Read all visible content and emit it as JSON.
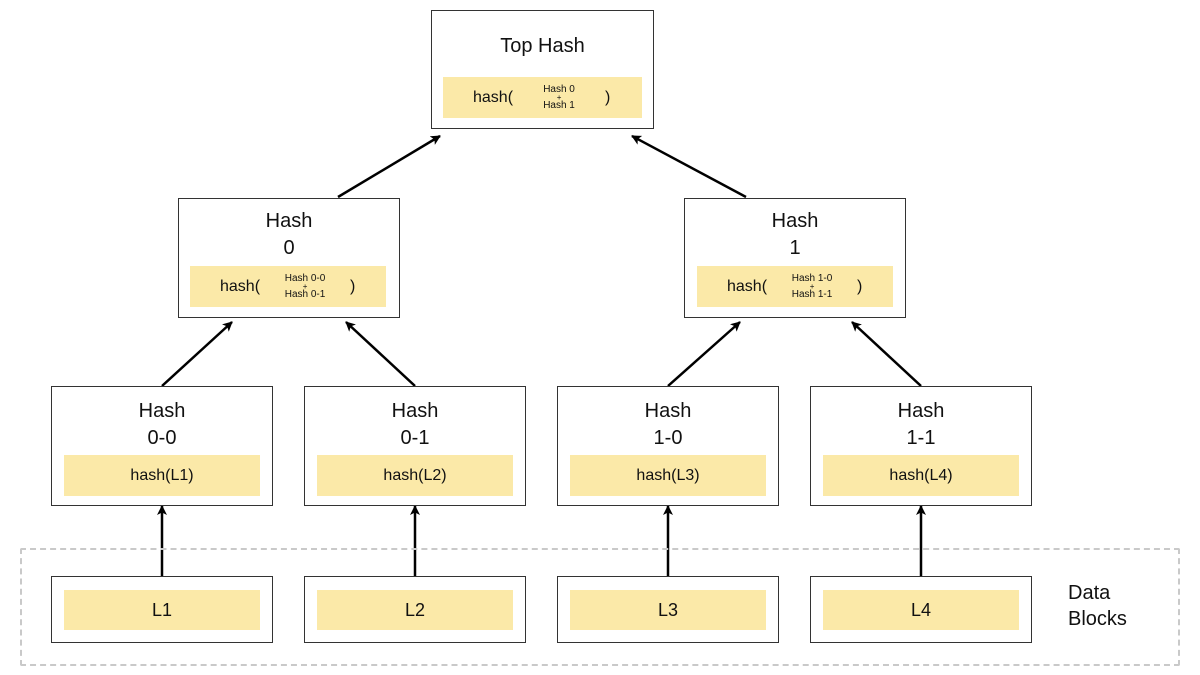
{
  "diagram": {
    "top": {
      "title": "Top Hash",
      "formula": {
        "fn": "hash(",
        "a": "Hash 0",
        "op": "+",
        "b": "Hash 1",
        "close": ")"
      }
    },
    "mid": [
      {
        "title_1": "Hash",
        "title_2": "0",
        "formula": {
          "fn": "hash(",
          "a": "Hash 0-0",
          "op": "+",
          "b": "Hash 0-1",
          "close": ")"
        }
      },
      {
        "title_1": "Hash",
        "title_2": "1",
        "formula": {
          "fn": "hash(",
          "a": "Hash 1-0",
          "op": "+",
          "b": "Hash 1-1",
          "close": ")"
        }
      }
    ],
    "leaf_hashes": [
      {
        "title_1": "Hash",
        "title_2": "0-0",
        "value": "hash(L1)"
      },
      {
        "title_1": "Hash",
        "title_2": "0-1",
        "value": "hash(L2)"
      },
      {
        "title_1": "Hash",
        "title_2": "1-0",
        "value": "hash(L3)"
      },
      {
        "title_1": "Hash",
        "title_2": "1-1",
        "value": "hash(L4)"
      }
    ],
    "data_blocks": {
      "label_1": "Data",
      "label_2": "Blocks",
      "blocks": [
        "L1",
        "L2",
        "L3",
        "L4"
      ]
    },
    "colors": {
      "cell": "#fbe9a8",
      "border": "#333333",
      "arrow": "#000000",
      "dashed": "#c9c9c9"
    }
  }
}
